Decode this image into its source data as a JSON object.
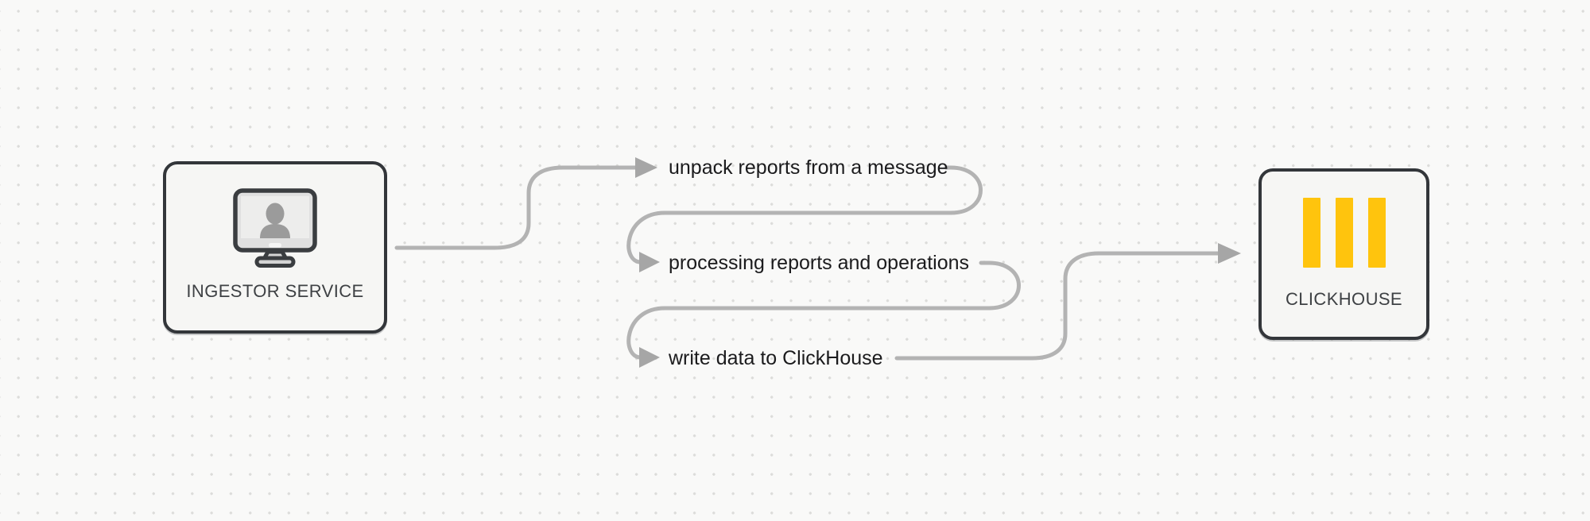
{
  "diagram": {
    "nodes": [
      {
        "id": "ingestor-service",
        "label": "INGESTOR SERVICE",
        "icon": "monitor-user-icon"
      },
      {
        "id": "clickhouse",
        "label": "CLICKHOUSE",
        "icon": "clickhouse-bars-icon"
      }
    ],
    "steps": [
      {
        "label": "unpack reports from a message"
      },
      {
        "label": "processing reports and operations"
      },
      {
        "label": "write data to ClickHouse"
      }
    ],
    "flow": "ingestor-service -> unpack reports from a message -> processing reports and operations -> write data to ClickHouse -> clickhouse"
  },
  "colors": {
    "background": "#f9f9f8",
    "grid_dot": "#dcdcda",
    "connector": "#b3b3b3",
    "arrowhead": "#a6a6a6",
    "node_border": "#33363a",
    "node_fill": "#f6f6f4",
    "label_text": "#1b1b1d",
    "title_text": "#3e4144",
    "clickhouse_yellow": "#ffc40d",
    "monitor_person_gray": "#9b9b9b"
  }
}
